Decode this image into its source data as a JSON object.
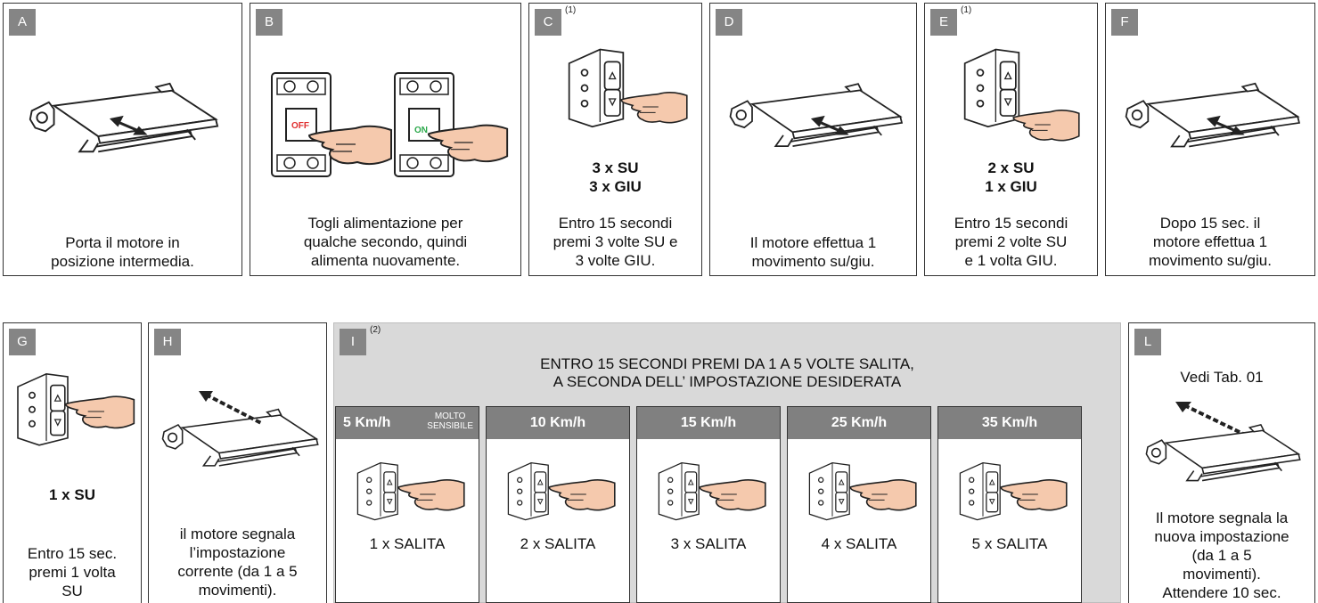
{
  "row1": {
    "A": {
      "tag": "A",
      "caption": "Porta il motore in\nposizione intermedia."
    },
    "B": {
      "tag": "B",
      "caption": "Togli alimentazione per\nqualche secondo, quindi\nalimenta nuovamente.",
      "switch_off_label": "OFF",
      "switch_on_label": "ON"
    },
    "C": {
      "tag": "C",
      "note": "(1)",
      "command": "3 x SU\n3 x GIU",
      "caption": "Entro 15 secondi\npremi 3 volte SU e\n3 volte GIU."
    },
    "D": {
      "tag": "D",
      "caption": "Il motore effettua 1\nmovimento su/giu."
    },
    "E": {
      "tag": "E",
      "note": "(1)",
      "command": "2 x SU\n1 x GIU",
      "caption": "Entro 15 secondi\npremi 2 volte SU\ne 1 volta GIU."
    },
    "F": {
      "tag": "F",
      "caption": "Dopo 15 sec. il\nmotore effettua 1\nmovimento su/giu."
    }
  },
  "row2": {
    "G": {
      "tag": "G",
      "command": "1 x SU",
      "caption": "Entro 15 sec.\npremi 1 volta\nSU"
    },
    "H": {
      "tag": "H",
      "caption": "il motore segnala\nl’impostazione\ncorrente (da 1 a 5\nmovimenti)."
    },
    "I": {
      "tag": "I",
      "note": "(2)",
      "title": "ENTRO 15 SECONDI PREMI DA 1 A 5 VOLTE SALITA,\nA SECONDA DELL’ IMPOSTAZIONE DESIDERATA",
      "options": [
        {
          "speed": "5 Km/h",
          "sensitivity": "MOLTO\nSENSIBILE",
          "action": "1 x SALITA"
        },
        {
          "speed": "10 Km/h",
          "sensitivity": "",
          "action": "2 x SALITA"
        },
        {
          "speed": "15 Km/h",
          "sensitivity": "",
          "action": "3 x SALITA"
        },
        {
          "speed": "25 Km/h",
          "sensitivity": "",
          "action": "4 x SALITA"
        },
        {
          "speed": "35 Km/h",
          "sensitivity": "",
          "action": "5 x SALITA"
        }
      ]
    },
    "L": {
      "tag": "L",
      "ref": "Vedi Tab. 01",
      "caption": "Il motore segnala la\nnuova impostazione\n(da 1 a 5\nmovimenti).\nAttendere 10 sec."
    }
  },
  "colors": {
    "tag_bg": "#858585",
    "header_bg": "#808080",
    "panel_I_bg": "#d9d9d9",
    "off_red": "#e03030",
    "on_green": "#2aa84a"
  },
  "icons": [
    "awning-icon",
    "breaker-switch-icon",
    "wall-switch-icon",
    "hand-press-icon",
    "arrow-up-down-icon"
  ]
}
